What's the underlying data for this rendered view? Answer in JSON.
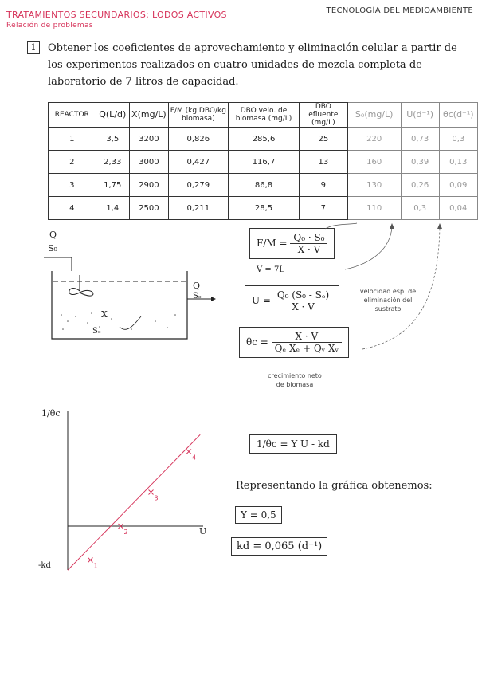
{
  "header": {
    "title": "TRATAMIENTOS SECUNDARIOS: LODOS ACTIVOS",
    "subtitle": "Relación de problemas",
    "course": "TECNOLOGÍA DEL MEDIOAMBIENTE"
  },
  "problem": {
    "number": "1",
    "text": "Obtener los coeficientes de aprovechamiento y eliminación celular a partir de los experimentos realizados en cuatro unidades de mezcla completa de laboratorio de 7 litros de capacidad."
  },
  "table": {
    "headers": [
      "REACTOR",
      "Q(L/d)",
      "X(mg/L)",
      "F/M (kg DBO/kg biomasa)",
      "DBO velo. de biomasa (mg/L)",
      "DBO efluente (mg/L)",
      "S₀(mg/L)",
      "U(d⁻¹)",
      "θc(d⁻¹)"
    ],
    "rows": [
      [
        "1",
        "3,5",
        "3200",
        "0,826",
        "285,6",
        "25",
        "220",
        "0,73",
        "0,3"
      ],
      [
        "2",
        "2,33",
        "3000",
        "0,427",
        "116,7",
        "13",
        "160",
        "0,39",
        "0,13"
      ],
      [
        "3",
        "1,75",
        "2900",
        "0,279",
        "86,8",
        "9",
        "130",
        "0,26",
        "0,09"
      ],
      [
        "4",
        "1,4",
        "2500",
        "0,211",
        "28,5",
        "7",
        "110",
        "0,3",
        "0,04"
      ]
    ]
  },
  "formulas": {
    "fm_lhs": "F/M =",
    "fm_num": "Q₀ · S₀",
    "fm_den": "X · V",
    "v_value": "V = 7L",
    "u_lhs": "U =",
    "u_num": "Q₀ (S₀ - Sₑ)",
    "u_den": "X · V",
    "u_note": "velocidad esp. de eliminación del sustrato",
    "theta_lhs": "θc =",
    "theta_num": "X · V",
    "theta_den": "Qₑ Xₑ + Qᵥ Xᵥ",
    "theta_note": "crecimiento neto de biomasa",
    "kin_lhs": "1/θc",
    "kin_rhs": "= Y U - kd",
    "graph_text": "Representando la gráfica obtenemos:",
    "y_result": "Y = 0,5",
    "kd_result": "kd = 0,065 (d⁻¹)"
  },
  "reactor": {
    "q_in": "Q",
    "s_in": "S₀",
    "q_out": "Q",
    "s_out": "Sₑ",
    "x_label": "X",
    "se_label": "Sₑ"
  },
  "graph": {
    "y_axis_label": "1/θc",
    "x_axis_label": "U",
    "intercept_label": "-kd",
    "points": [
      {
        "label": "1",
        "u": 0.03,
        "inv": -0.05
      },
      {
        "label": "2",
        "u": 0.07,
        "inv": 0.0
      },
      {
        "label": "3",
        "u": 0.11,
        "inv": 0.05
      },
      {
        "label": "4",
        "u": 0.16,
        "inv": 0.11
      }
    ]
  }
}
